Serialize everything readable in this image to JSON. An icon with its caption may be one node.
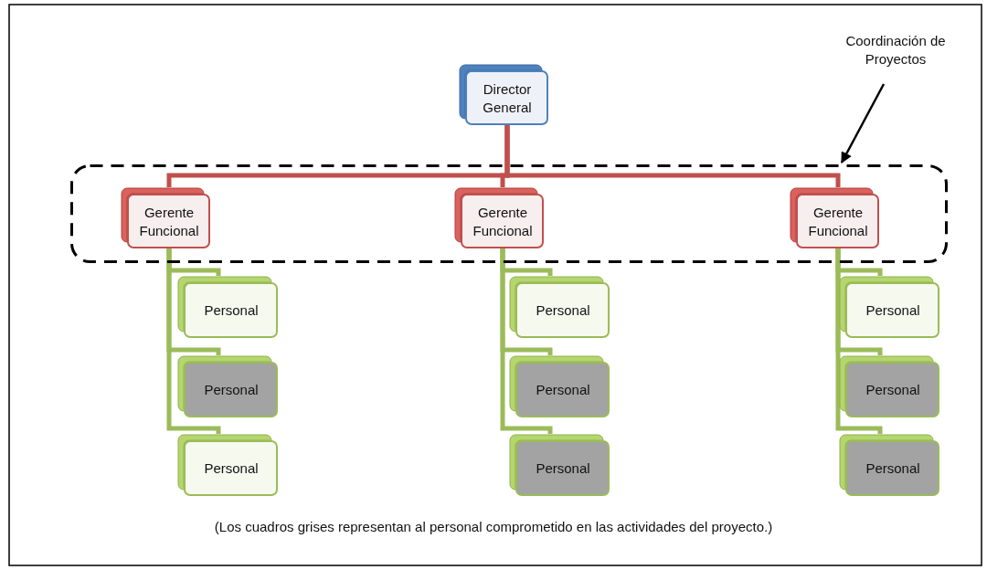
{
  "diagram": {
    "caption": "(Los cuadros grises representan al personal comprometido en las actividades del proyecto.)",
    "nodes": [
      {
        "text": [
          "Director General"
        ]
      },
      {
        "text": [],
        "shape": "box"
      },
      {
        "text": [
          "Gerente Funcional"
        ],
        "in": 1
      },
      {
        "text": [
          "Gerente Funcional"
        ],
        "in": 1
      },
      {
        "text": [
          "Gerente Funcional"
        ],
        "in": 1
      },
      {
        "text": [
          "Coordinación de Proyectos"
        ]
      },
      {
        "text": [
          "Personal"
        ]
      },
      {
        "text": [
          "Personal"
        ]
      },
      {
        "text": [
          "Personal"
        ]
      },
      {
        "text": [
          "Personal"
        ]
      },
      {
        "text": [
          "Personal"
        ]
      },
      {
        "text": [
          "Personal"
        ]
      },
      {
        "text": [
          "Personal"
        ]
      },
      {
        "text": [
          "Personal"
        ]
      },
      {
        "text": [
          "Personal"
        ]
      }
    ],
    "edges": [
      {
        "from": 0,
        "to": 2,
        "arrow": "none",
        "color": "#c0504d"
      },
      {
        "from": 0,
        "to": 3,
        "arrow": "none",
        "color": "#c0504d"
      },
      {
        "from": 0,
        "to": 4,
        "arrow": "none",
        "color": "#c0504d"
      },
      {
        "from": 5,
        "to": 1,
        "arrow": "to",
        "color": "#000000"
      },
      {
        "from": 2,
        "to": 6,
        "arrow": "none"
      },
      {
        "from": 2,
        "to": 9,
        "arrow": "none"
      },
      {
        "from": 2,
        "to": 12,
        "arrow": "none"
      },
      {
        "from": 3,
        "to": 7,
        "arrow": "none"
      },
      {
        "from": 3,
        "to": 10,
        "arrow": "none"
      },
      {
        "from": 3,
        "to": 13,
        "arrow": "none"
      },
      {
        "from": 4,
        "to": 8,
        "arrow": "none"
      },
      {
        "from": 4,
        "to": 11,
        "arrow": "none"
      },
      {
        "from": 4,
        "to": 14,
        "arrow": "none"
      }
    ]
  }
}
